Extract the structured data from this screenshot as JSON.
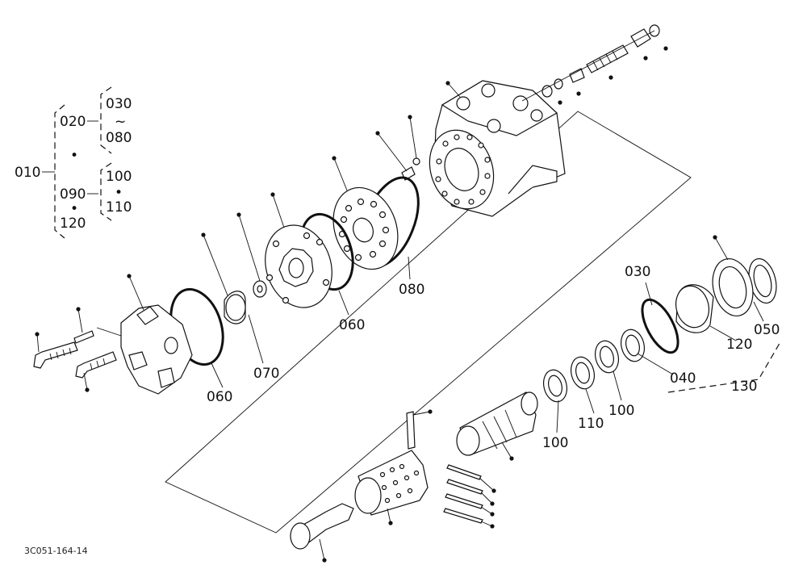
{
  "figure_code": "3C051-164-14",
  "tree": {
    "root": "010",
    "a": "020",
    "a_from": "030",
    "a_tilde": "~",
    "a_to": "080",
    "mid_dot": "•",
    "b": "090",
    "b_from": "100",
    "b_dot": "•",
    "b_to": "110",
    "c_dot": "•",
    "c": "120"
  },
  "callouts": {
    "c030": "030",
    "c040": "040",
    "c050": "050",
    "c060a": "060",
    "c060b": "060",
    "c070": "070",
    "c080": "080",
    "c100a": "100",
    "c100b": "100",
    "c110": "110",
    "c120": "120",
    "c130": "130"
  }
}
